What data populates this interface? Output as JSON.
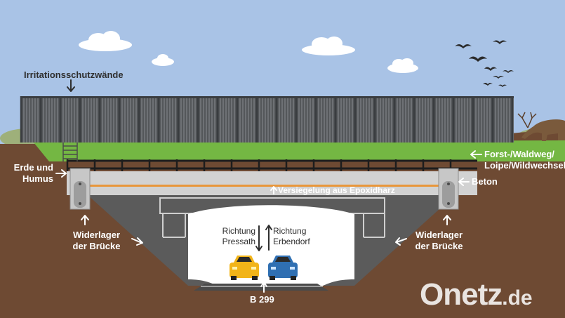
{
  "labels": {
    "noise_walls": "Irritationsschutzwände",
    "soil_l1": "Erde und",
    "soil_l2": "Humus",
    "path_l1": "Forst-/Waldweg/",
    "path_l2": "Loipe/Wildwechsel",
    "concrete": "Beton",
    "sealing": "Versiegelung aus Epoxidharz",
    "abutment_left_l1": "Widerlager",
    "abutment_left_l2": "der Brücke",
    "abutment_right_l1": "Widerlager",
    "abutment_right_l2": "der Brücke",
    "dir_left_l1": "Richtung",
    "dir_left_l2": "Pressath",
    "dir_right_l1": "Richtung",
    "dir_right_l2": "Erbendorf",
    "road": "B 299"
  },
  "logo": {
    "main": "Onetz",
    "tld": ".de"
  },
  "colors": {
    "sky": "#a9c3e6",
    "soil": "#6e4a33",
    "grass": "#74b743",
    "concrete": "#d2d2d2",
    "sealing": "#e8963b",
    "tunnel": "#5b5b5b",
    "car_left": "#f2b418",
    "car_right": "#2f6fb2"
  }
}
